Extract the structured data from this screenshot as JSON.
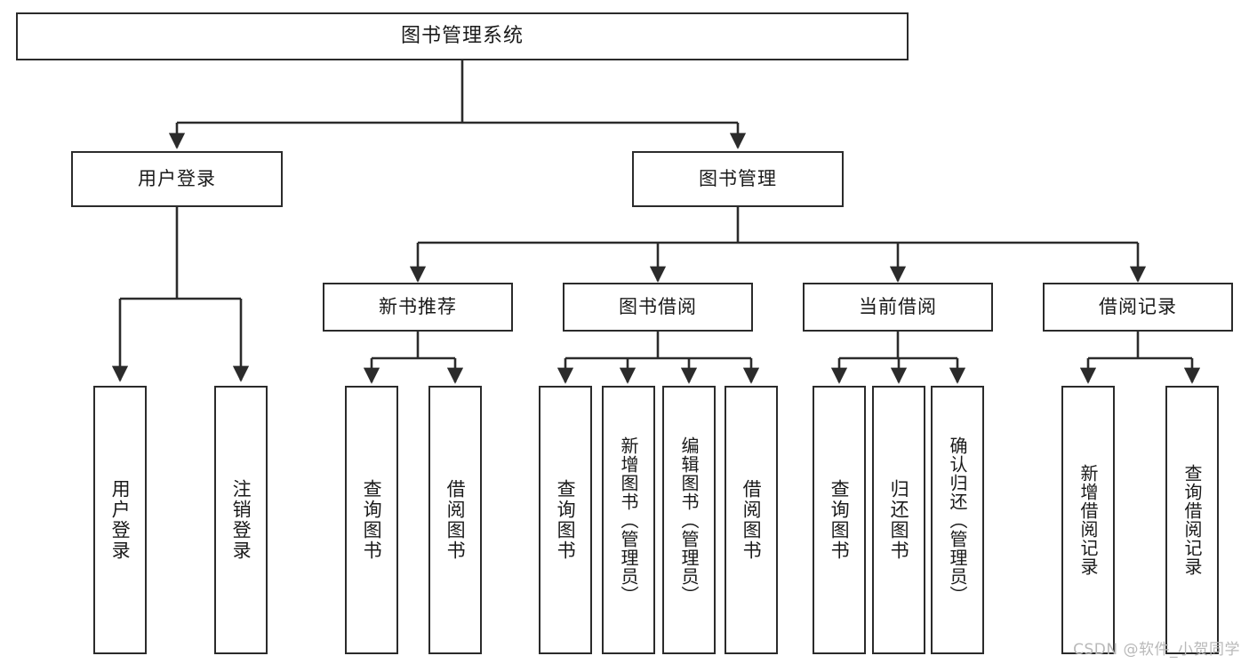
{
  "diagram": {
    "title": "图书管理系统",
    "type": "tree",
    "orientation": "top-down",
    "edge_style": "orthogonal-with-arrowheads",
    "colors": {
      "node_border": "#2b2b2b",
      "node_fill": "#ffffff",
      "edge": "#2b2b2b",
      "text": "#1a1a1a",
      "watermark": "#b9b9b9",
      "background": "#ffffff"
    }
  },
  "root": {
    "label": "图书管理系统"
  },
  "level1": [
    {
      "id": "user-login",
      "label": "用户登录"
    },
    {
      "id": "book-manage",
      "label": "图书管理"
    }
  ],
  "level2": [
    {
      "id": "new-book-recommend",
      "label": "新书推荐",
      "parent": "book-manage"
    },
    {
      "id": "book-borrow",
      "label": "图书借阅",
      "parent": "book-manage"
    },
    {
      "id": "current-borrow",
      "label": "当前借阅",
      "parent": "book-manage"
    },
    {
      "id": "borrow-record",
      "label": "借阅记录",
      "parent": "book-manage"
    }
  ],
  "leaves": [
    {
      "id": "leaf-user-login",
      "label": "用户登录",
      "parent": "user-login"
    },
    {
      "id": "leaf-user-logout",
      "label": "注销登录",
      "parent": "user-login"
    },
    {
      "id": "leaf-query-book-1",
      "label": "查询图书",
      "parent": "new-book-recommend"
    },
    {
      "id": "leaf-borrow-book-1",
      "label": "借阅图书",
      "parent": "new-book-recommend"
    },
    {
      "id": "leaf-query-book-2",
      "label": "查询图书",
      "parent": "book-borrow"
    },
    {
      "id": "leaf-add-book",
      "label": "新增图书（管理员）",
      "parent": "book-borrow"
    },
    {
      "id": "leaf-edit-book",
      "label": "编辑图书（管理员）",
      "parent": "book-borrow"
    },
    {
      "id": "leaf-borrow-book-2",
      "label": "借阅图书",
      "parent": "book-borrow"
    },
    {
      "id": "leaf-query-book-3",
      "label": "查询图书",
      "parent": "current-borrow"
    },
    {
      "id": "leaf-return-book",
      "label": "归还图书",
      "parent": "current-borrow"
    },
    {
      "id": "leaf-confirm-return",
      "label": "确认归还（管理员）",
      "parent": "current-borrow"
    },
    {
      "id": "leaf-add-record",
      "label": "新增借阅记录",
      "parent": "borrow-record"
    },
    {
      "id": "leaf-query-record",
      "label": "查询借阅记录",
      "parent": "borrow-record"
    }
  ],
  "watermark": {
    "text": "CSDN @软件_小贺同学"
  }
}
